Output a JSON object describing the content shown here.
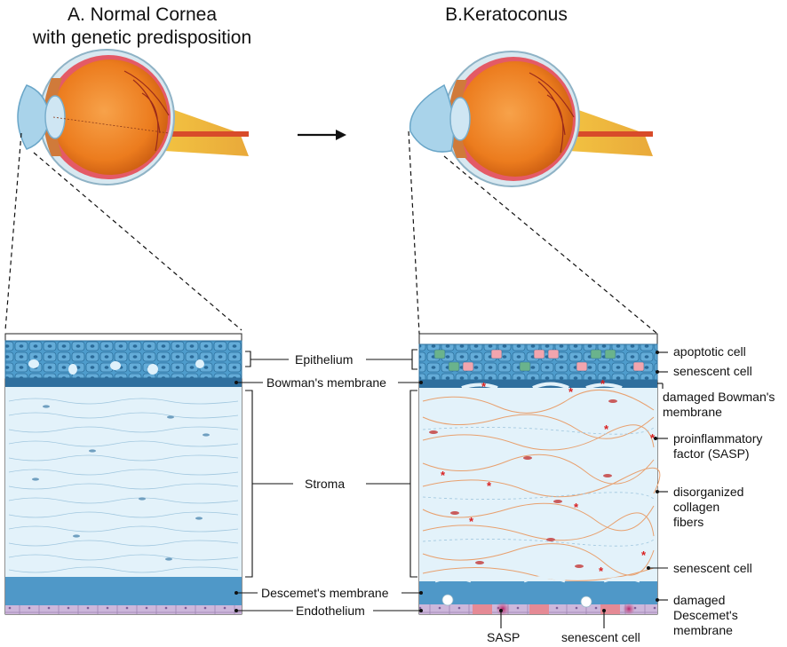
{
  "panel_a": {
    "title_line1": "A. Normal Cornea",
    "title_line2": "with genetic predisposition"
  },
  "panel_b": {
    "title": "B.Keratoconus"
  },
  "center_labels": {
    "epithelium": "Epithelium",
    "bowmans": "Bowman's membrane",
    "stroma": "Stroma",
    "descemets": "Descemet's membrane",
    "endothelium": "Endothelium"
  },
  "right_labels": {
    "apoptotic_cell": "apoptotic cell",
    "senescent_cell_top": "senescent cell",
    "damaged_bowmans_1": "damaged Bowman's",
    "damaged_bowmans_2": "membrane",
    "proinflammatory_1": "proinflammatory",
    "proinflammatory_2": "factor (SASP)",
    "disorganized_1": "disorganized",
    "disorganized_2": "collagen",
    "disorganized_3": "fibers",
    "senescent_cell_mid": "senescent cell",
    "damaged_descemets_1": "damaged",
    "damaged_descemets_2": "Descemet's",
    "damaged_descemets_3": "membrane"
  },
  "bottom_labels": {
    "sasp": "SASP",
    "senescent_cell": "senescent cell"
  },
  "colors": {
    "epithelium": "#3f8fc4",
    "bowmans": "#2f6f9e",
    "stroma_bg": "#e3f2fa",
    "descemets": "#4f98c8",
    "endothelium": "#c9b3d6",
    "collagen_disordered": "#e8a06e",
    "sasp_star": "#d92020",
    "senescent": "#e58a95",
    "eye_sclera": "#f08a2a"
  }
}
